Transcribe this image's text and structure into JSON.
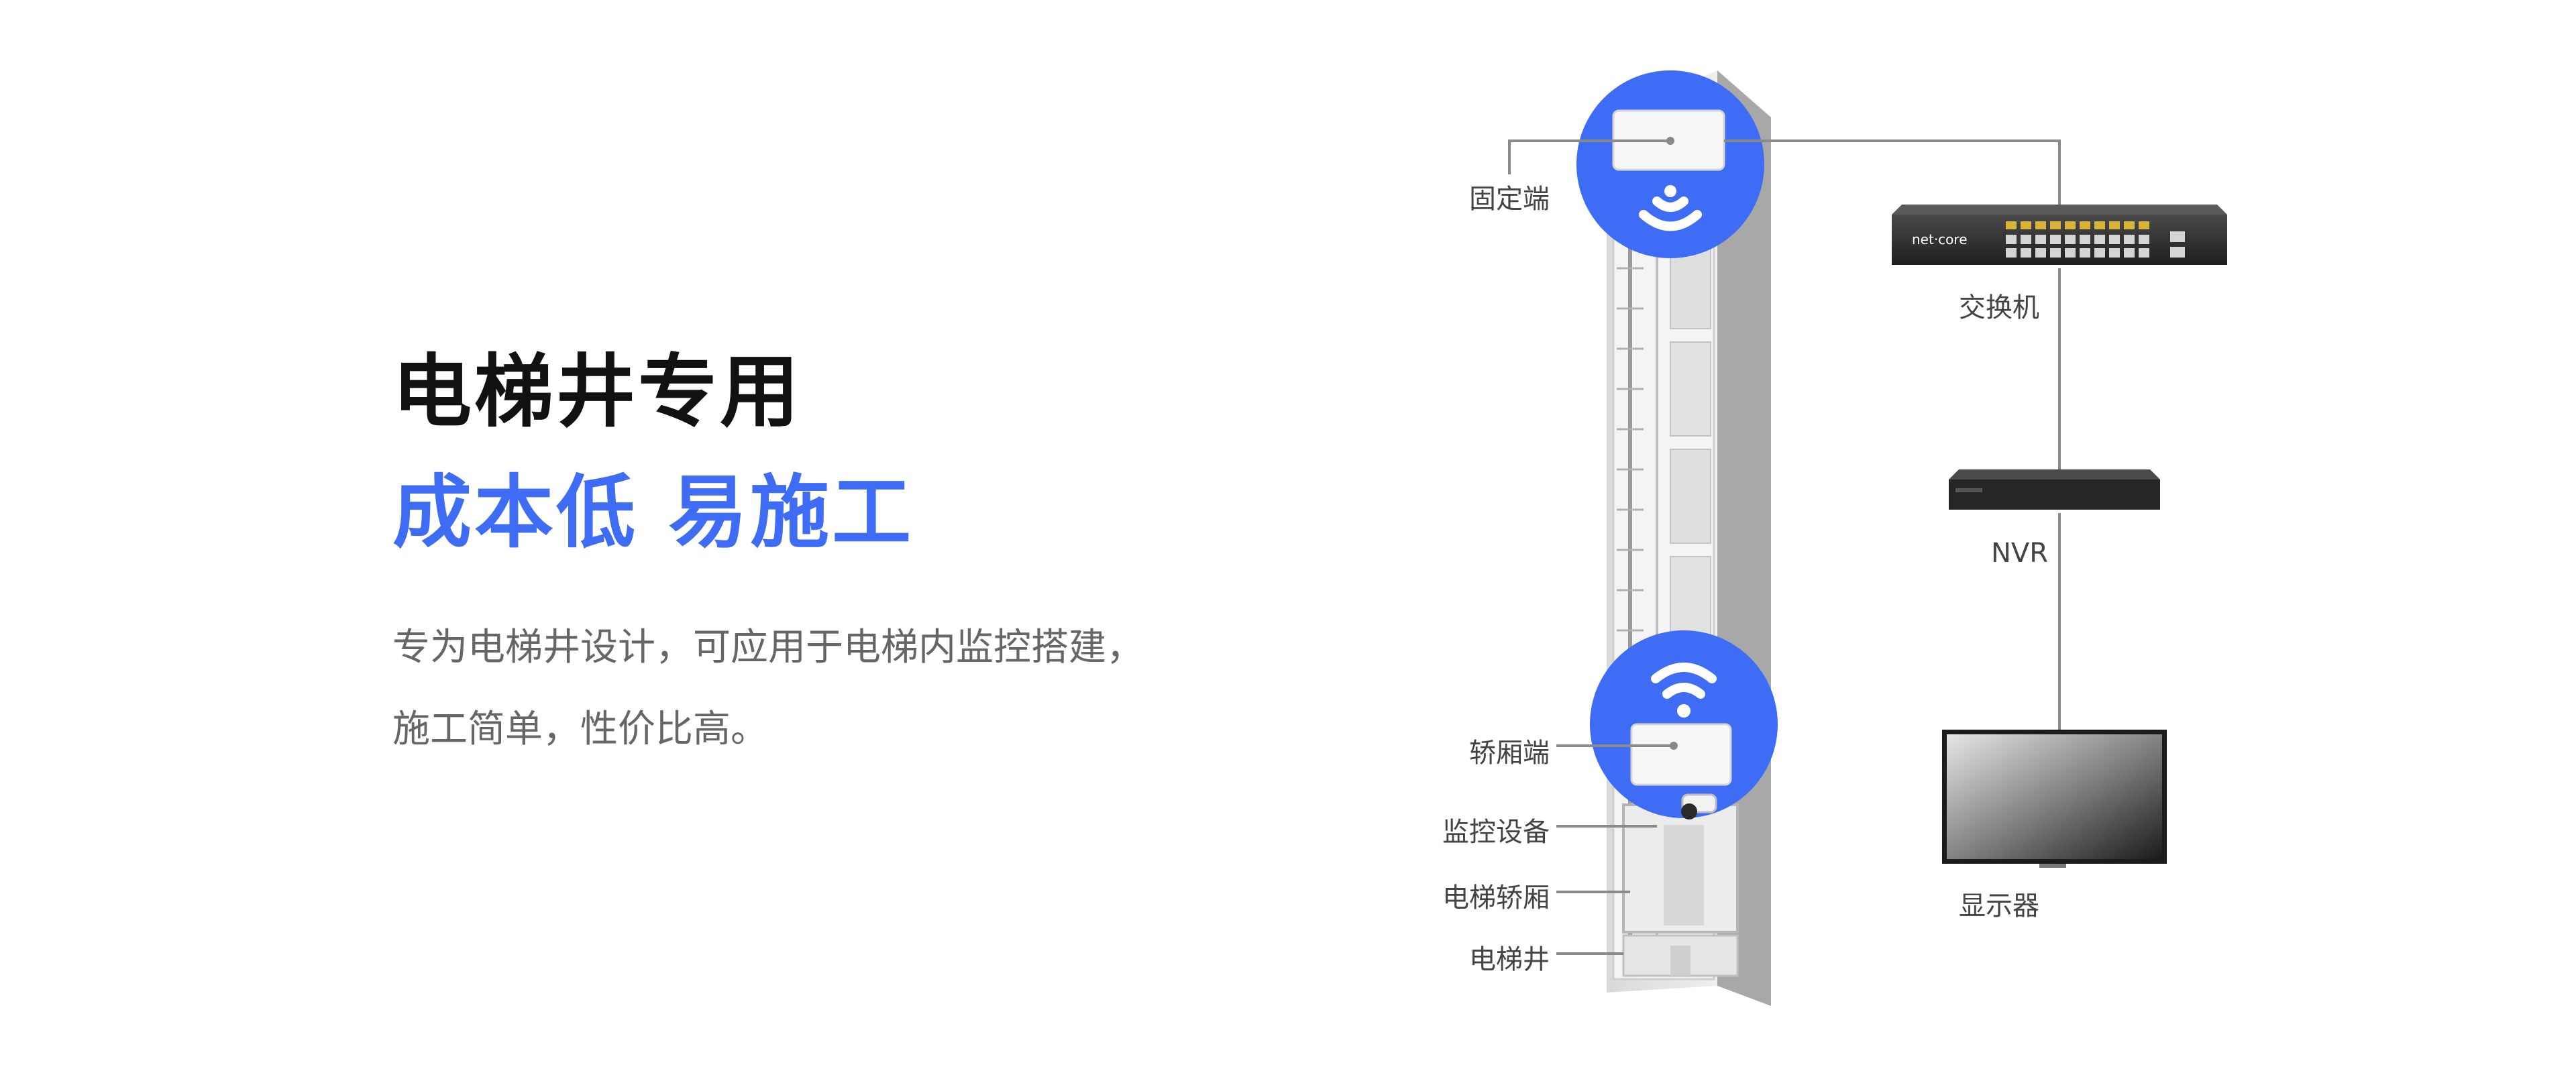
{
  "headline": "电梯井专用",
  "subline": "成本低 易施工",
  "description": {
    "line1": "专为电梯井设计，可应用于电梯内监控搭建，",
    "line2": "施工简单，性价比高。"
  },
  "labels": {
    "fixed_end": "固定端",
    "car_end": "轿厢端",
    "monitor_device": "监控设备",
    "elevator_car": "电梯轿厢",
    "elevator_shaft": "电梯井",
    "switch": "交换机",
    "nvr": "NVR",
    "display": "显示器"
  },
  "switch_brand": "net·core",
  "colors": {
    "accent": "#3f6cf5",
    "wifi_circle": "#3f6cf5",
    "line": "#8a8a8a",
    "shaft": "#b8b8b8"
  }
}
